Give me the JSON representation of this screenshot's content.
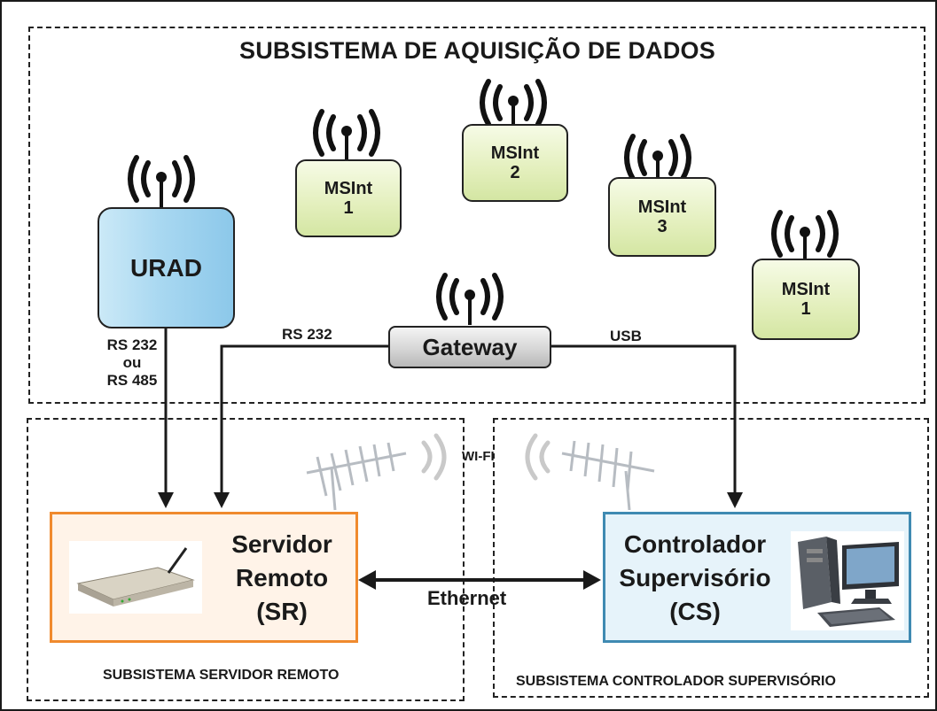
{
  "title": "SUBSISTEMA DE AQUISIÇÃO DE DADOS",
  "nodes": {
    "msint_1a": {
      "line1": "MSInt",
      "line2": "1"
    },
    "msint_2": {
      "line1": "MSInt",
      "line2": "2"
    },
    "msint_3": {
      "line1": "MSInt",
      "line2": "3"
    },
    "msint_1b": {
      "line1": "MSInt",
      "line2": "1"
    },
    "urad": "URAD",
    "gateway": "Gateway"
  },
  "links": {
    "urad_serial": {
      "line1": "RS 232",
      "line2": "ou",
      "line3": "RS 485"
    },
    "gateway_sr": "RS 232",
    "gateway_cs": "USB",
    "wifi": "WI-FI",
    "ethernet": "Ethernet"
  },
  "servidor": {
    "line1": "Servidor",
    "line2": "Remoto",
    "line3": "(SR)"
  },
  "controlador": {
    "line1": "Controlador",
    "line2": "Supervisório",
    "line3": "(CS)"
  },
  "subsystems": {
    "servidor_remoto": "SUBSISTEMA SERVIDOR REMOTO",
    "controlador_supervisorio": "SUBSISTEMA CONTROLADOR SUPERVISÓRIO"
  },
  "icons": [
    "wireless-antenna-icon",
    "yagi-antenna-icon",
    "router-icon",
    "desktop-computer-icon"
  ],
  "colors": {
    "sr_border": "#f08a2e",
    "cs_border": "#3f8ab2",
    "urad_fill": "#a9d8f1",
    "msint_fill": "#e3efbc",
    "gateway_fill": "#d6d6d6"
  }
}
